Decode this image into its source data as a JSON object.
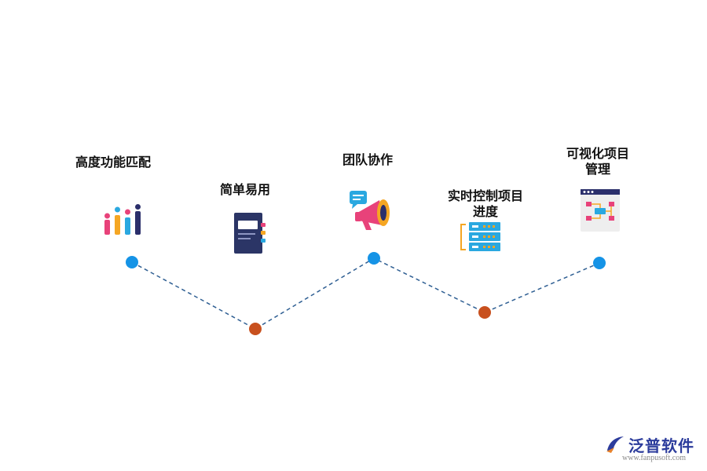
{
  "steps": [
    {
      "label_lines": [
        "高度功能匹配"
      ],
      "icon": "bar-chart-icon",
      "node_color": "#1593e6"
    },
    {
      "label_lines": [
        "简单易用"
      ],
      "icon": "notebook-icon",
      "node_color": "#c8501e"
    },
    {
      "label_lines": [
        "团队协作"
      ],
      "icon": "megaphone-icon",
      "node_color": "#1593e6"
    },
    {
      "label_lines": [
        "实时控制项目",
        "进度"
      ],
      "icon": "server-progress-icon",
      "node_color": "#c8501e"
    },
    {
      "label_lines": [
        "可视化项目",
        "管理"
      ],
      "icon": "flowchart-board-icon",
      "node_color": "#1593e6"
    }
  ],
  "connector_color": "#2f5f93",
  "logo": {
    "brand": "泛普软件",
    "url": "www.fanpusoft.com"
  }
}
